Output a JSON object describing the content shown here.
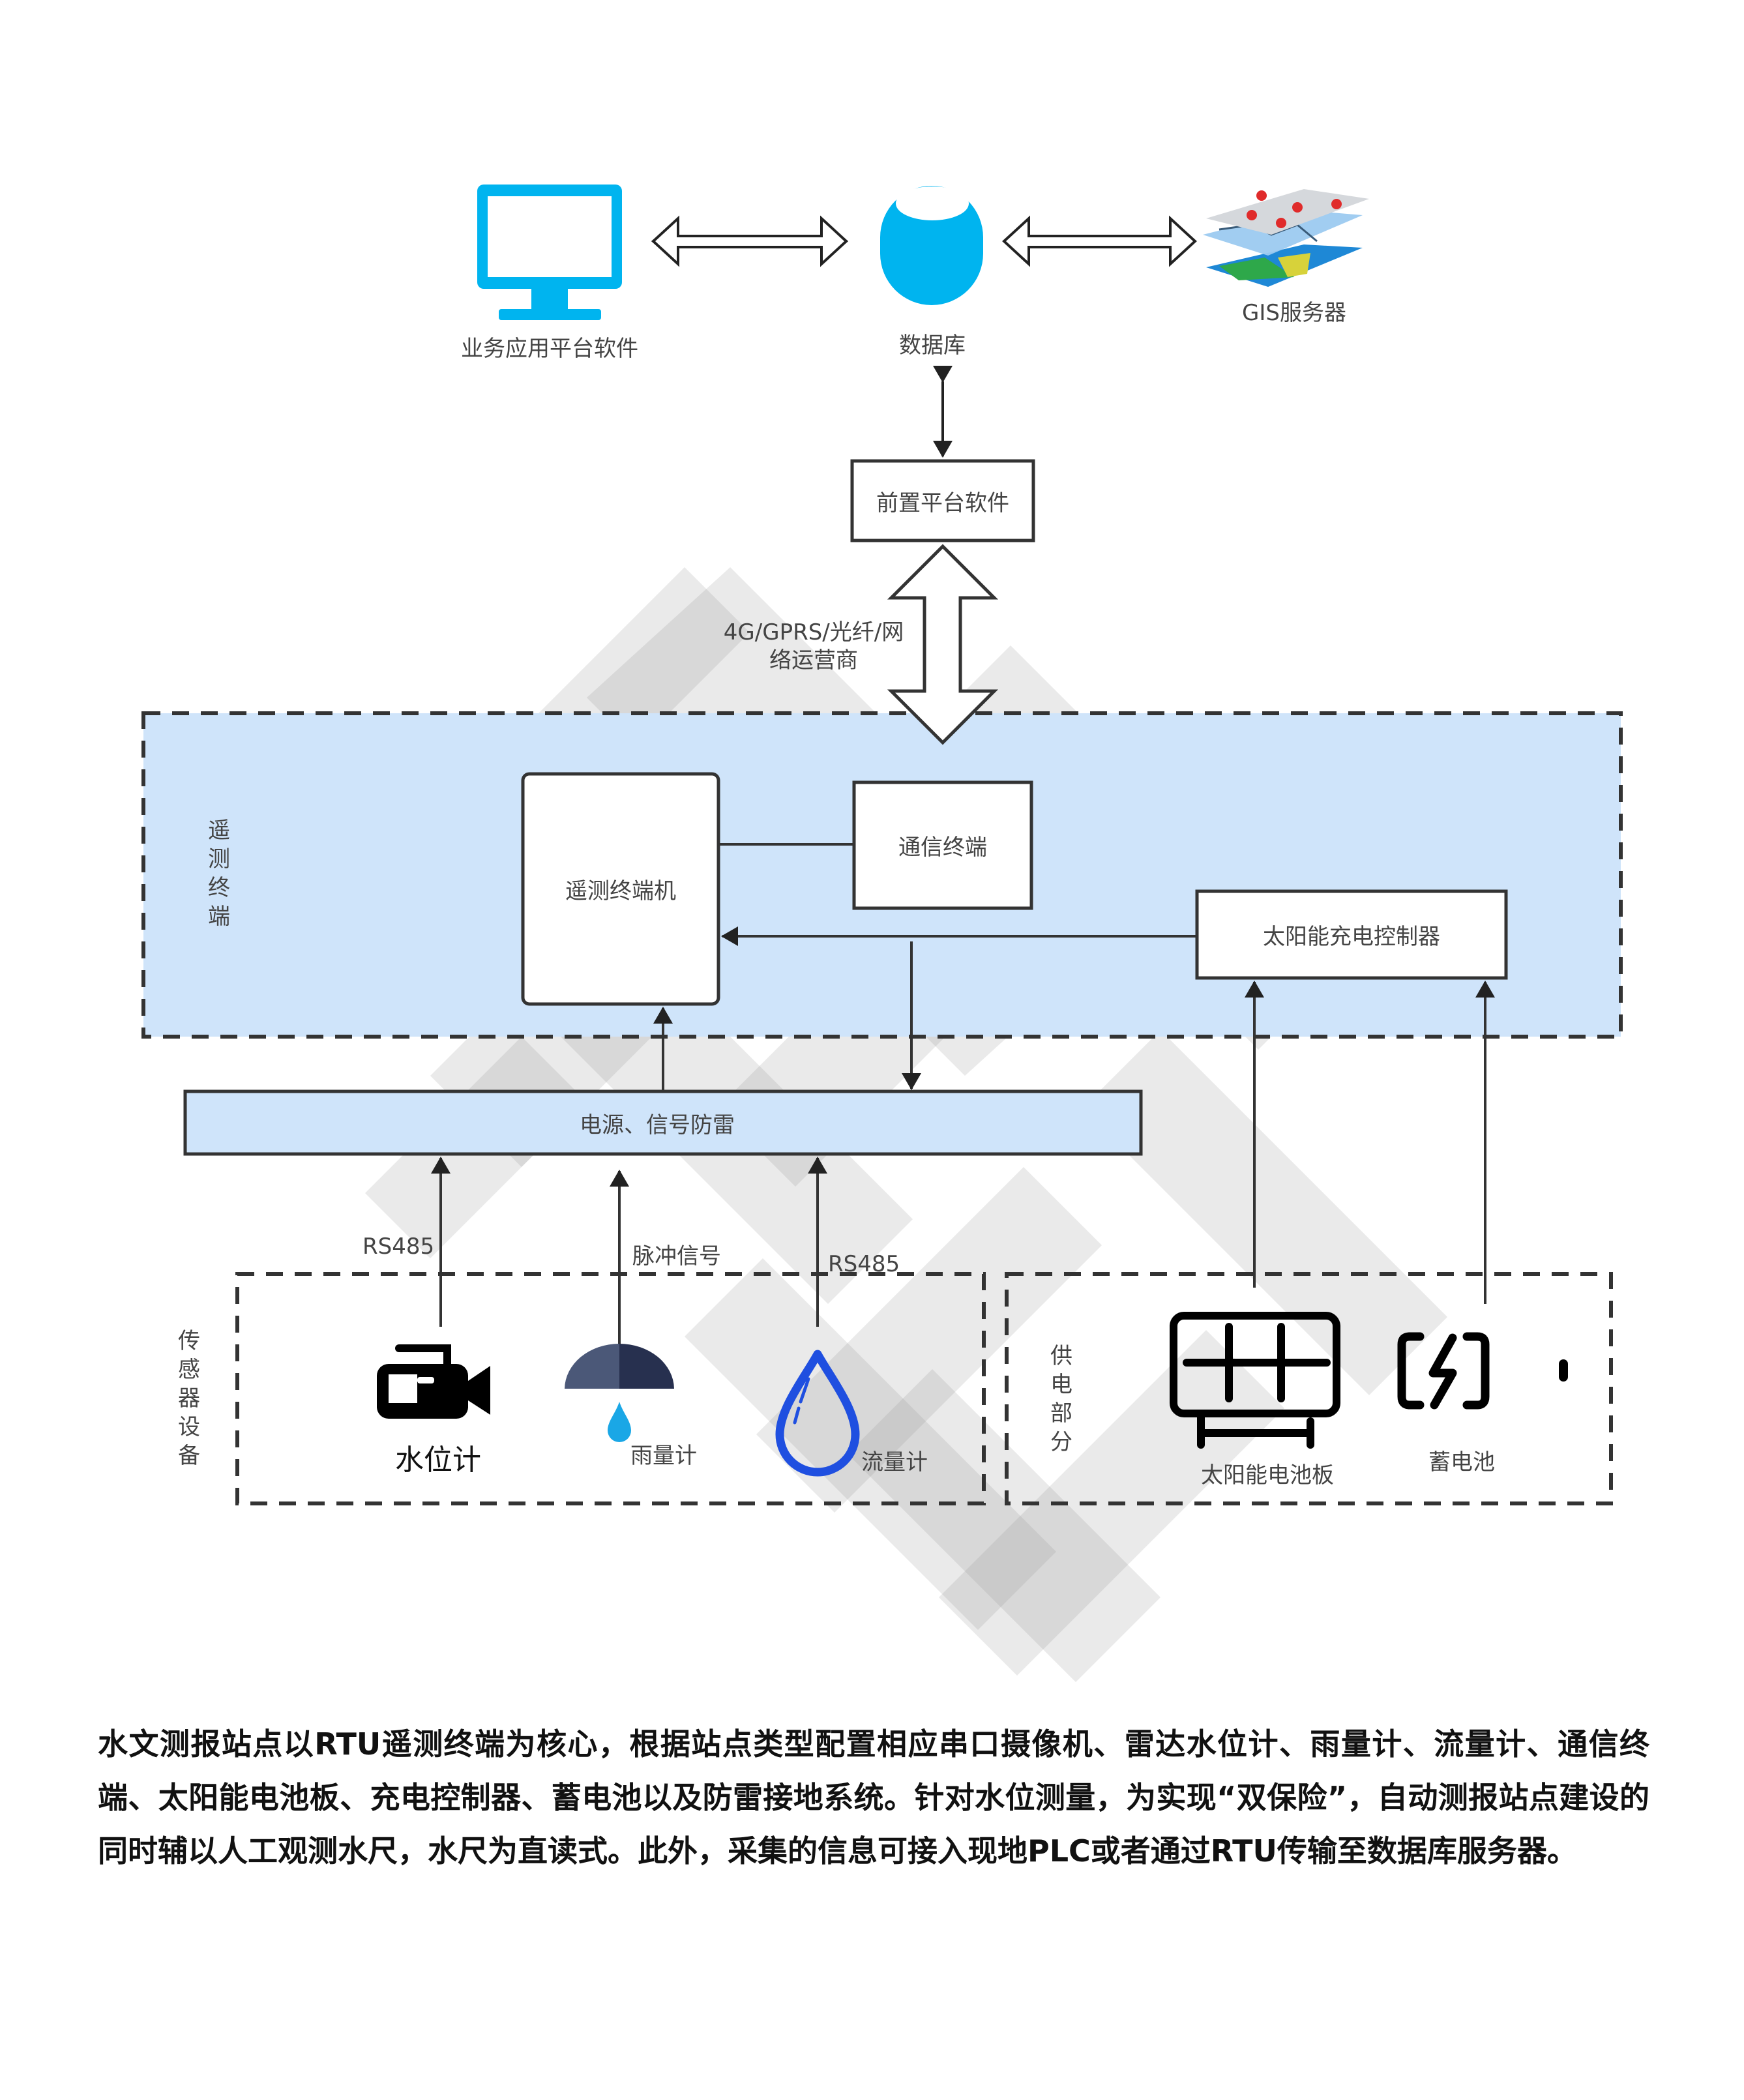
{
  "diagram": {
    "top_row": {
      "app_software": {
        "label": "业务应用平台软件",
        "icon": "monitor-icon",
        "color": "#00B4EF"
      },
      "database": {
        "label": "数据库",
        "icon": "database-cylinder-icon",
        "color": "#00B4EF"
      },
      "gis_server": {
        "label": "GIS服务器",
        "icon": "gis-map-layers-icon"
      }
    },
    "front_platform": {
      "label": "前置平台软件"
    },
    "network_link": {
      "label_line1": "4G/GPRS/光纤/网",
      "label_line2": "络运营商"
    },
    "rtu_group": {
      "label": "遥测终端",
      "fill_color": "#CFE4FA",
      "rtu_machine": {
        "label": "遥测终端机"
      },
      "comm_terminal": {
        "label": "通信终端"
      },
      "solar_controller": {
        "label": "太阳能充电控制器"
      }
    },
    "protection_bar": {
      "label": "电源、信号防雷",
      "fill_color": "#CFE4FA"
    },
    "links": {
      "water_level_link": "RS485",
      "rain_gauge_link": "脉冲信号",
      "flow_meter_link": "RS485"
    },
    "sensor_group": {
      "label": "传感器设备",
      "items": [
        {
          "label": "水位计",
          "icon": "video-camera-icon"
        },
        {
          "label": "雨量计",
          "icon": "rain-gauge-icon"
        },
        {
          "label": "流量计",
          "icon": "water-drop-icon",
          "color": "#1F4FE0"
        }
      ]
    },
    "power_group": {
      "label": "供电部分",
      "items": [
        {
          "label": "太阳能电池板",
          "icon": "solar-panel-icon"
        },
        {
          "label": "蓄电池",
          "icon": "battery-charging-icon"
        }
      ]
    }
  },
  "description": {
    "text": "水文测报站点以RTU遥测终端为核心，根据站点类型配置相应串口摄像机、雷达水位计、雨量计、流量计、通信终端、太阳能电池板、充电控制器、蓄电池以及防雷接地系统。针对水位测量，为实现“双保险”，自动测报站点建设的同时辅以人工观测水尺，水尺为直读式。此外，采集的信息可接入现地PLC或者通过RTU传输至数据库服务器。"
  }
}
